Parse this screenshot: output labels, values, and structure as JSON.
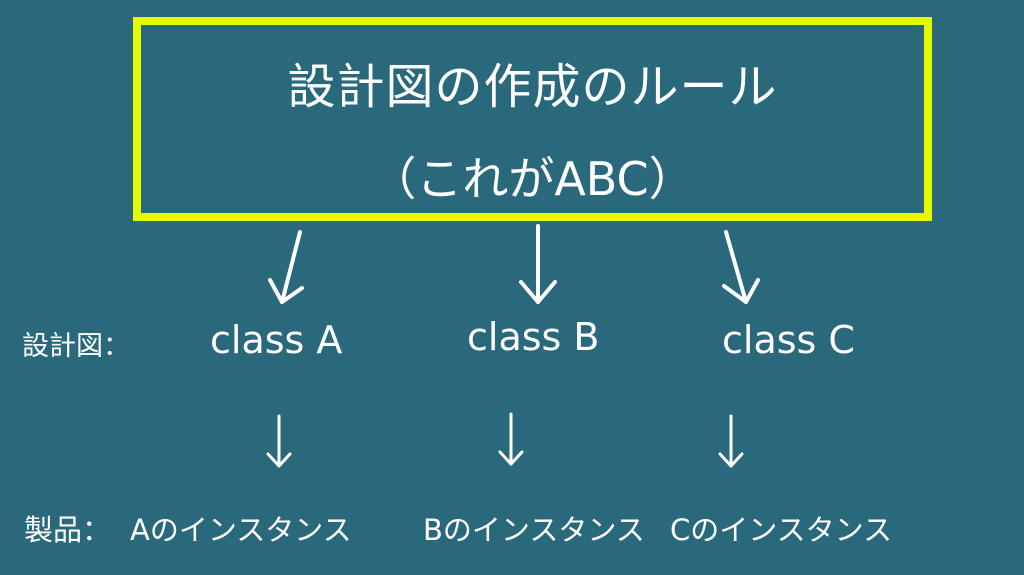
{
  "colors": {
    "background": "#2a687c",
    "box_border": "#e5fb00",
    "text": "#ffffff"
  },
  "title_box": {
    "line1": "設計図の作成のルール",
    "line2": "（これがABC）"
  },
  "blueprint_row": {
    "label": "設計図：",
    "classes": [
      {
        "name": "class A"
      },
      {
        "name": "class B"
      },
      {
        "name": "class C"
      }
    ]
  },
  "product_row": {
    "label": "製品：",
    "instances": [
      {
        "name": "Aのインスタンス"
      },
      {
        "name": "Bのインスタンス"
      },
      {
        "name": "Cのインスタンス"
      }
    ]
  },
  "icons": {
    "arrow_to_class_a": "arrow-down-left-icon",
    "arrow_to_class_b": "arrow-down-icon",
    "arrow_to_class_c": "arrow-down-right-icon",
    "arrow_to_instance": "arrow-down-icon"
  }
}
